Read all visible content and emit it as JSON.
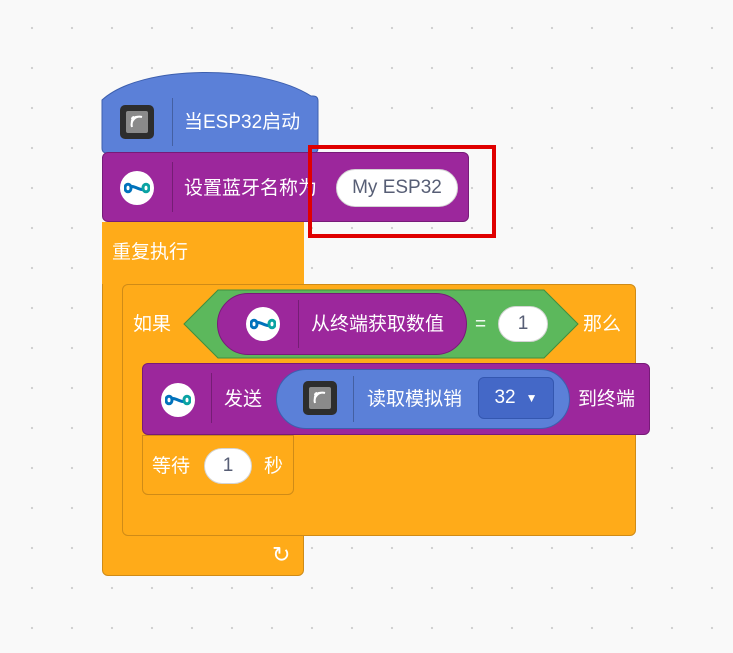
{
  "hat_block": {
    "label": "当ESP32启动"
  },
  "bt_block": {
    "label": "设置蓝牙名称为",
    "value": "My ESP32"
  },
  "forever_block": {
    "label": "重复执行"
  },
  "if_block": {
    "if_label": "如果",
    "then_label": "那么"
  },
  "compare": {
    "operator": "=",
    "value": "1"
  },
  "serial_read": {
    "label": "从终端获取数值"
  },
  "send_block": {
    "prefix": "发送",
    "suffix": "到终端"
  },
  "analog_read": {
    "label": "读取模拟销",
    "pin": "32"
  },
  "wait_block": {
    "prefix": "等待",
    "value": "1",
    "suffix": "秒"
  },
  "colors": {
    "events_blue": "#5b80d8",
    "extension_purple": "#9c279c",
    "control_orange": "#ffab19",
    "operator_green": "#5cb85c",
    "highlight_red": "#e00000"
  }
}
